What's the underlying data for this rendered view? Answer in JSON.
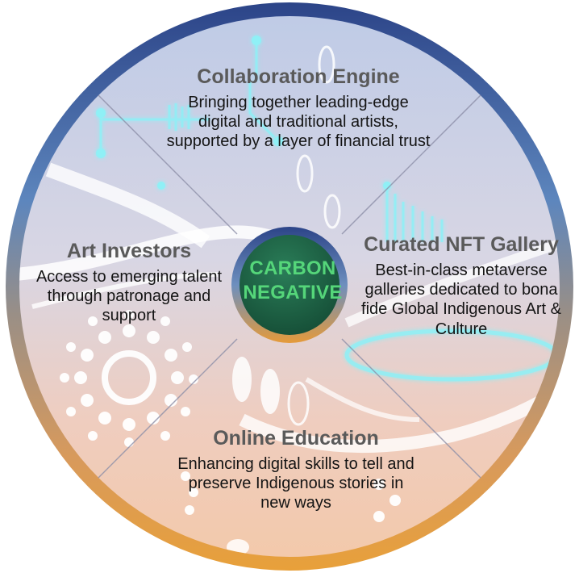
{
  "colors": {
    "ring_top": "#2f4a8c",
    "ring_mid": "#6a8fbf",
    "ring_bottom": "#e39a3a",
    "fill_top": "#c9d3ea",
    "fill_bottom": "#f2d0bd",
    "center_fill": "#1d6b4a",
    "center_text": "#55d67a",
    "accent_cyan": "#7fe8f0"
  },
  "center": {
    "line1": "CARBON",
    "line2": "NEGATIVE"
  },
  "segments": [
    {
      "title": "Collaboration Engine",
      "body": "Bringing together leading-edge digital and traditional artists, supported by a layer of financial trust"
    },
    {
      "title": "Curated NFT Gallery",
      "body": "Best-in-class metaverse galleries dedicated to bona fide Global Indigenous Art & Culture"
    },
    {
      "title": "Online Education",
      "body": "Enhancing digital skills to tell and preserve Indigenous stories in new ways"
    },
    {
      "title": "Art Investors",
      "body": "Access to emerging talent through patronage and support"
    }
  ]
}
